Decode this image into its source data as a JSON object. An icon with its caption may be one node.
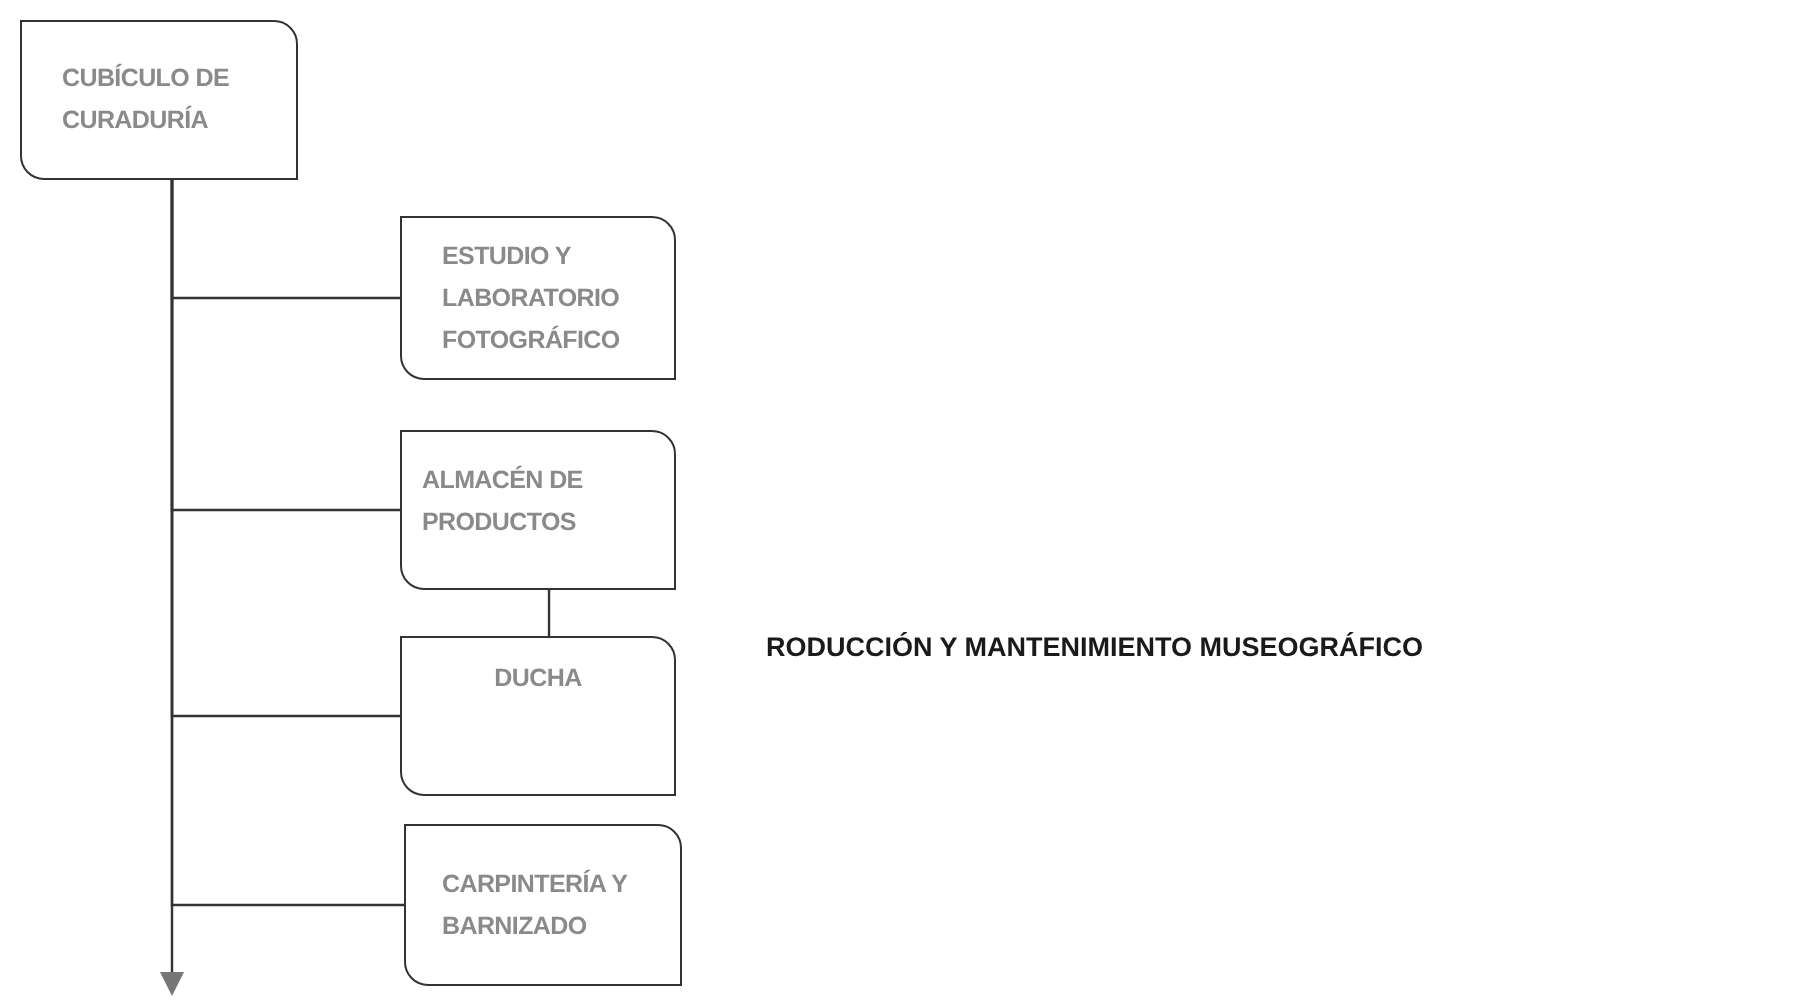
{
  "diagram": {
    "nodes": [
      {
        "text": [
          "CUBÍCULO DE CURADURÍA"
        ]
      },
      {
        "text": [
          "ESTUDIO Y LABORATORIO FOTOGRÁFICO"
        ]
      },
      {
        "text": [
          "ALMACÉN DE PRODUCTOS"
        ]
      },
      {
        "text": [
          "DUCHA"
        ]
      },
      {
        "text": [
          "CARPINTERÍA Y BARNIZADO"
        ]
      }
    ],
    "edges": [
      {
        "from": 0,
        "to": 1,
        "arrow": "none"
      },
      {
        "from": 0,
        "to": 2,
        "arrow": "none"
      },
      {
        "from": 0,
        "to": 3,
        "arrow": "none"
      },
      {
        "from": 0,
        "to": 4,
        "arrow": "none"
      },
      {
        "from": 2,
        "to": 3,
        "arrow": "none"
      },
      {
        "from": 0,
        "to": null,
        "arrow": "to"
      }
    ],
    "labels": [
      "RODUCCIÓN Y MANTENIMIENTO MUSEOGRÁFICO"
    ]
  }
}
